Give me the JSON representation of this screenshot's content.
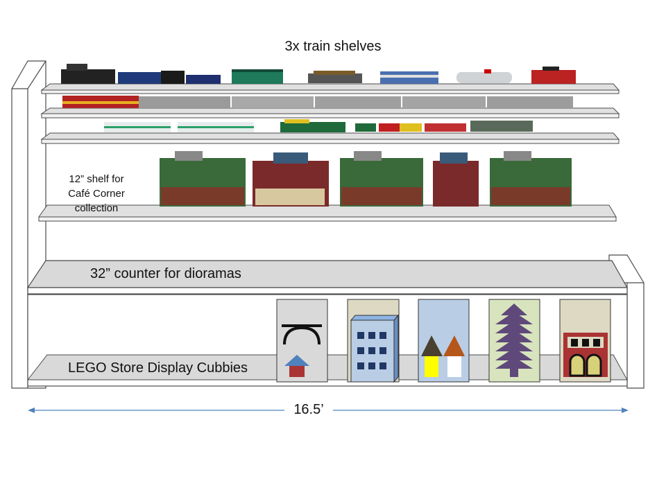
{
  "labels": {
    "title": "3x train shelves",
    "cafe_shelf": [
      "12” shelf for",
      "Café Corner",
      "collection"
    ],
    "counter": "32” counter for dioramas",
    "cubbies": "LEGO Store Display Cubbies",
    "width": "16.5’"
  },
  "colors": {
    "shelf": "#d9d9d9",
    "shelf_stroke": "#4a4a4a",
    "cubby_bg": [
      "#d9d9d9",
      "#ddd9c3",
      "#b9cde5",
      "#d7e4bd",
      "#ddd9c3"
    ],
    "dimension_line": "#4f81bd"
  },
  "cubbies": [
    {
      "icon": "bridge-arch-with-house-icon"
    },
    {
      "icon": "office-building-icon"
    },
    {
      "icon": "two-houses-icon"
    },
    {
      "icon": "pagoda-tower-icon"
    },
    {
      "icon": "shop-storefront-icon"
    }
  ]
}
